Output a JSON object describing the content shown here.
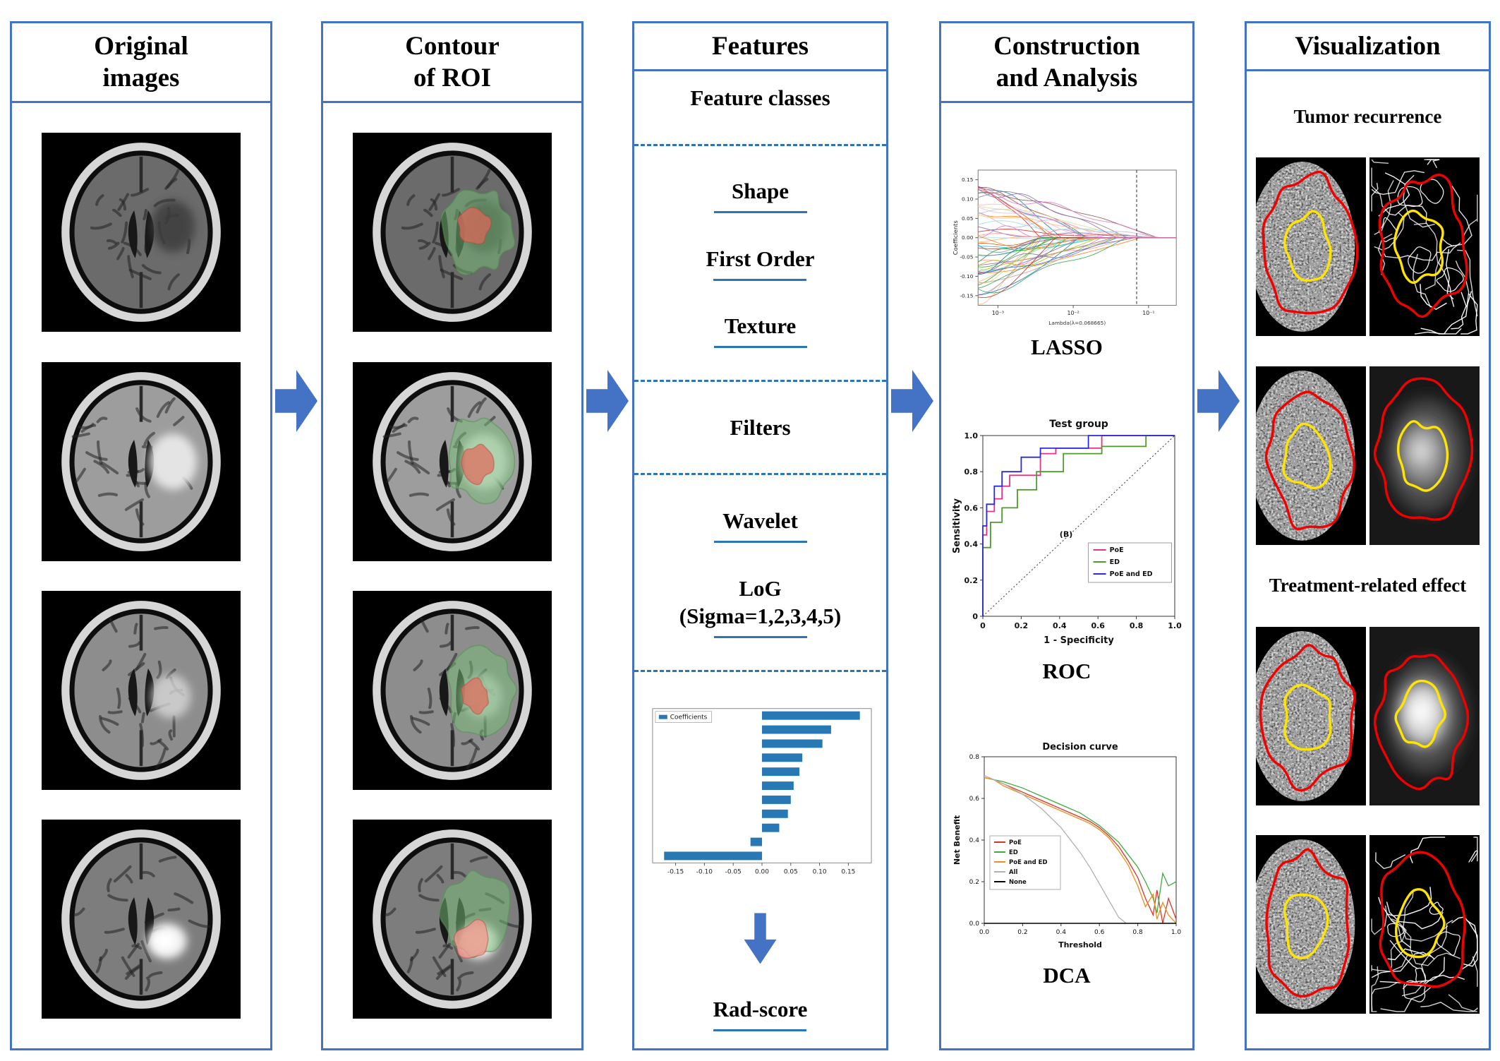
{
  "figure": {
    "accent": "#4472C4",
    "columns": [
      {
        "line1": "Original",
        "line2": "images"
      },
      {
        "line1": "Contour",
        "line2": "of  ROI"
      },
      {
        "line1": "Features",
        "line2": ""
      },
      {
        "line1": "Construction",
        "line2": "and Analysis"
      },
      {
        "line1": "Visualization",
        "line2": ""
      }
    ]
  },
  "features": {
    "header": "Feature classes",
    "classes": [
      "Shape",
      "First Order",
      "Texture"
    ],
    "filters_header": "Filters",
    "filter_wavelet": "Wavelet",
    "filter_log_line1": "LoG",
    "filter_log_line2": "(Sigma=1,2,3,4,5)",
    "radscore": "Rad-score"
  },
  "analysis": {
    "lasso_caption": "LASSO",
    "roc_caption": "ROC",
    "dca_caption": "DCA"
  },
  "visualization": {
    "section_tumor": "Tumor recurrence",
    "section_treatment": "Treatment-related effect"
  },
  "chart_data": [
    {
      "id": "coefficients",
      "type": "bar",
      "orientation": "horizontal",
      "legend_label": "Coefficients",
      "bar_color": "#2878B5",
      "values": [
        0.17,
        0.12,
        0.105,
        0.07,
        0.065,
        0.055,
        0.05,
        0.045,
        0.03,
        -0.02,
        -0.17
      ],
      "xticks": [
        -0.15,
        -0.1,
        -0.05,
        0.0,
        0.05,
        0.1,
        0.15
      ],
      "xlim": [
        -0.19,
        0.19
      ]
    },
    {
      "id": "lasso",
      "type": "line",
      "caption": "LASSO",
      "xlabel": "Lambda(λ=0.068665)",
      "ylabel": "Coefficients",
      "yticks": [
        0.15,
        0.1,
        0.05,
        0.0,
        -0.05,
        -0.1,
        -0.15
      ],
      "xtick_labels": [
        "10⁻³",
        "10⁻²",
        "10⁻¹"
      ],
      "ylim": [
        -0.175,
        0.175
      ],
      "n_paths": 55,
      "vline_frac": 0.8
    },
    {
      "id": "roc",
      "type": "line",
      "caption": "ROC",
      "title": "Test group",
      "xlabel": "1 - Specificity",
      "ylabel": "Sensitivity",
      "xticks": [
        0,
        0.2,
        0.4,
        0.6,
        0.8,
        1.0
      ],
      "yticks": [
        0,
        0.2,
        0.4,
        0.6,
        0.8,
        1.0
      ],
      "annotation": "(B)",
      "diagonal": true,
      "series": [
        {
          "name": "PoE",
          "color": "#E8308A",
          "x": [
            0,
            0,
            0.02,
            0.02,
            0.06,
            0.06,
            0.1,
            0.1,
            0.14,
            0.14,
            0.3,
            0.3,
            0.38,
            0.38,
            0.62,
            0.62,
            1.0
          ],
          "y": [
            0,
            0.45,
            0.45,
            0.58,
            0.58,
            0.65,
            0.65,
            0.72,
            0.72,
            0.78,
            0.78,
            0.9,
            0.9,
            0.93,
            0.93,
            1.0,
            1.0
          ]
        },
        {
          "name": "ED",
          "color": "#4E9A2E",
          "x": [
            0,
            0,
            0.04,
            0.04,
            0.1,
            0.1,
            0.18,
            0.18,
            0.28,
            0.28,
            0.42,
            0.42,
            0.62,
            0.62,
            0.85,
            0.85,
            1.0
          ],
          "y": [
            0,
            0.38,
            0.38,
            0.52,
            0.52,
            0.6,
            0.6,
            0.7,
            0.7,
            0.8,
            0.8,
            0.9,
            0.9,
            0.94,
            0.94,
            1.0,
            1.0
          ]
        },
        {
          "name": "PoE and ED",
          "color": "#2B2BD5",
          "x": [
            0,
            0,
            0.02,
            0.02,
            0.06,
            0.06,
            0.1,
            0.1,
            0.2,
            0.2,
            0.3,
            0.3,
            0.55,
            0.55,
            1.0
          ],
          "y": [
            0,
            0.5,
            0.5,
            0.62,
            0.62,
            0.72,
            0.72,
            0.8,
            0.8,
            0.88,
            0.88,
            0.93,
            0.93,
            1.0,
            1.0
          ]
        }
      ]
    },
    {
      "id": "dca",
      "type": "line",
      "caption": "DCA",
      "title": "Decision curve",
      "xlabel": "Threshold",
      "ylabel": "Net Benefit",
      "xticks": [
        0,
        0.2,
        0.4,
        0.6,
        0.8,
        1.0
      ],
      "yticks": [
        0,
        0.2,
        0.4,
        0.6,
        0.8
      ],
      "ylim": [
        0,
        0.8
      ],
      "series": [
        {
          "name": "PoE",
          "color": "#E03127",
          "x": [
            0,
            0.05,
            0.1,
            0.2,
            0.3,
            0.4,
            0.5,
            0.55,
            0.6,
            0.65,
            0.7,
            0.75,
            0.8,
            0.84,
            0.88,
            0.9,
            0.93,
            0.96,
            1.0
          ],
          "y": [
            0.7,
            0.69,
            0.67,
            0.63,
            0.59,
            0.55,
            0.51,
            0.49,
            0.46,
            0.42,
            0.37,
            0.3,
            0.22,
            0.12,
            0.04,
            0.16,
            0.0,
            0.12,
            0.02
          ]
        },
        {
          "name": "ED",
          "color": "#3FAA3F",
          "x": [
            0,
            0.05,
            0.1,
            0.2,
            0.3,
            0.4,
            0.5,
            0.55,
            0.6,
            0.65,
            0.7,
            0.75,
            0.8,
            0.84,
            0.88,
            0.9,
            0.93,
            0.96,
            1.0
          ],
          "y": [
            0.7,
            0.69,
            0.68,
            0.65,
            0.61,
            0.57,
            0.53,
            0.5,
            0.47,
            0.43,
            0.39,
            0.33,
            0.27,
            0.2,
            0.12,
            0.05,
            0.24,
            0.18,
            0.2
          ]
        },
        {
          "name": "PoE and ED",
          "color": "#F08C1E",
          "x": [
            0,
            0.05,
            0.1,
            0.2,
            0.3,
            0.4,
            0.5,
            0.55,
            0.6,
            0.65,
            0.7,
            0.75,
            0.8,
            0.84,
            0.88,
            0.9,
            0.93,
            0.96,
            1.0
          ],
          "y": [
            0.7,
            0.69,
            0.66,
            0.62,
            0.58,
            0.54,
            0.5,
            0.48,
            0.45,
            0.41,
            0.35,
            0.28,
            0.18,
            0.08,
            0.14,
            0.02,
            0.1,
            0.04,
            0.0
          ]
        },
        {
          "name": "All",
          "color": "#B0B0B0",
          "x": [
            0,
            0.1,
            0.2,
            0.3,
            0.4,
            0.5,
            0.55,
            0.6,
            0.65,
            0.7,
            0.74
          ],
          "y": [
            0.71,
            0.67,
            0.62,
            0.55,
            0.46,
            0.34,
            0.27,
            0.19,
            0.11,
            0.03,
            0.0
          ]
        },
        {
          "name": "None",
          "color": "#000000",
          "x": [
            0,
            1
          ],
          "y": [
            0,
            0
          ]
        }
      ]
    }
  ]
}
